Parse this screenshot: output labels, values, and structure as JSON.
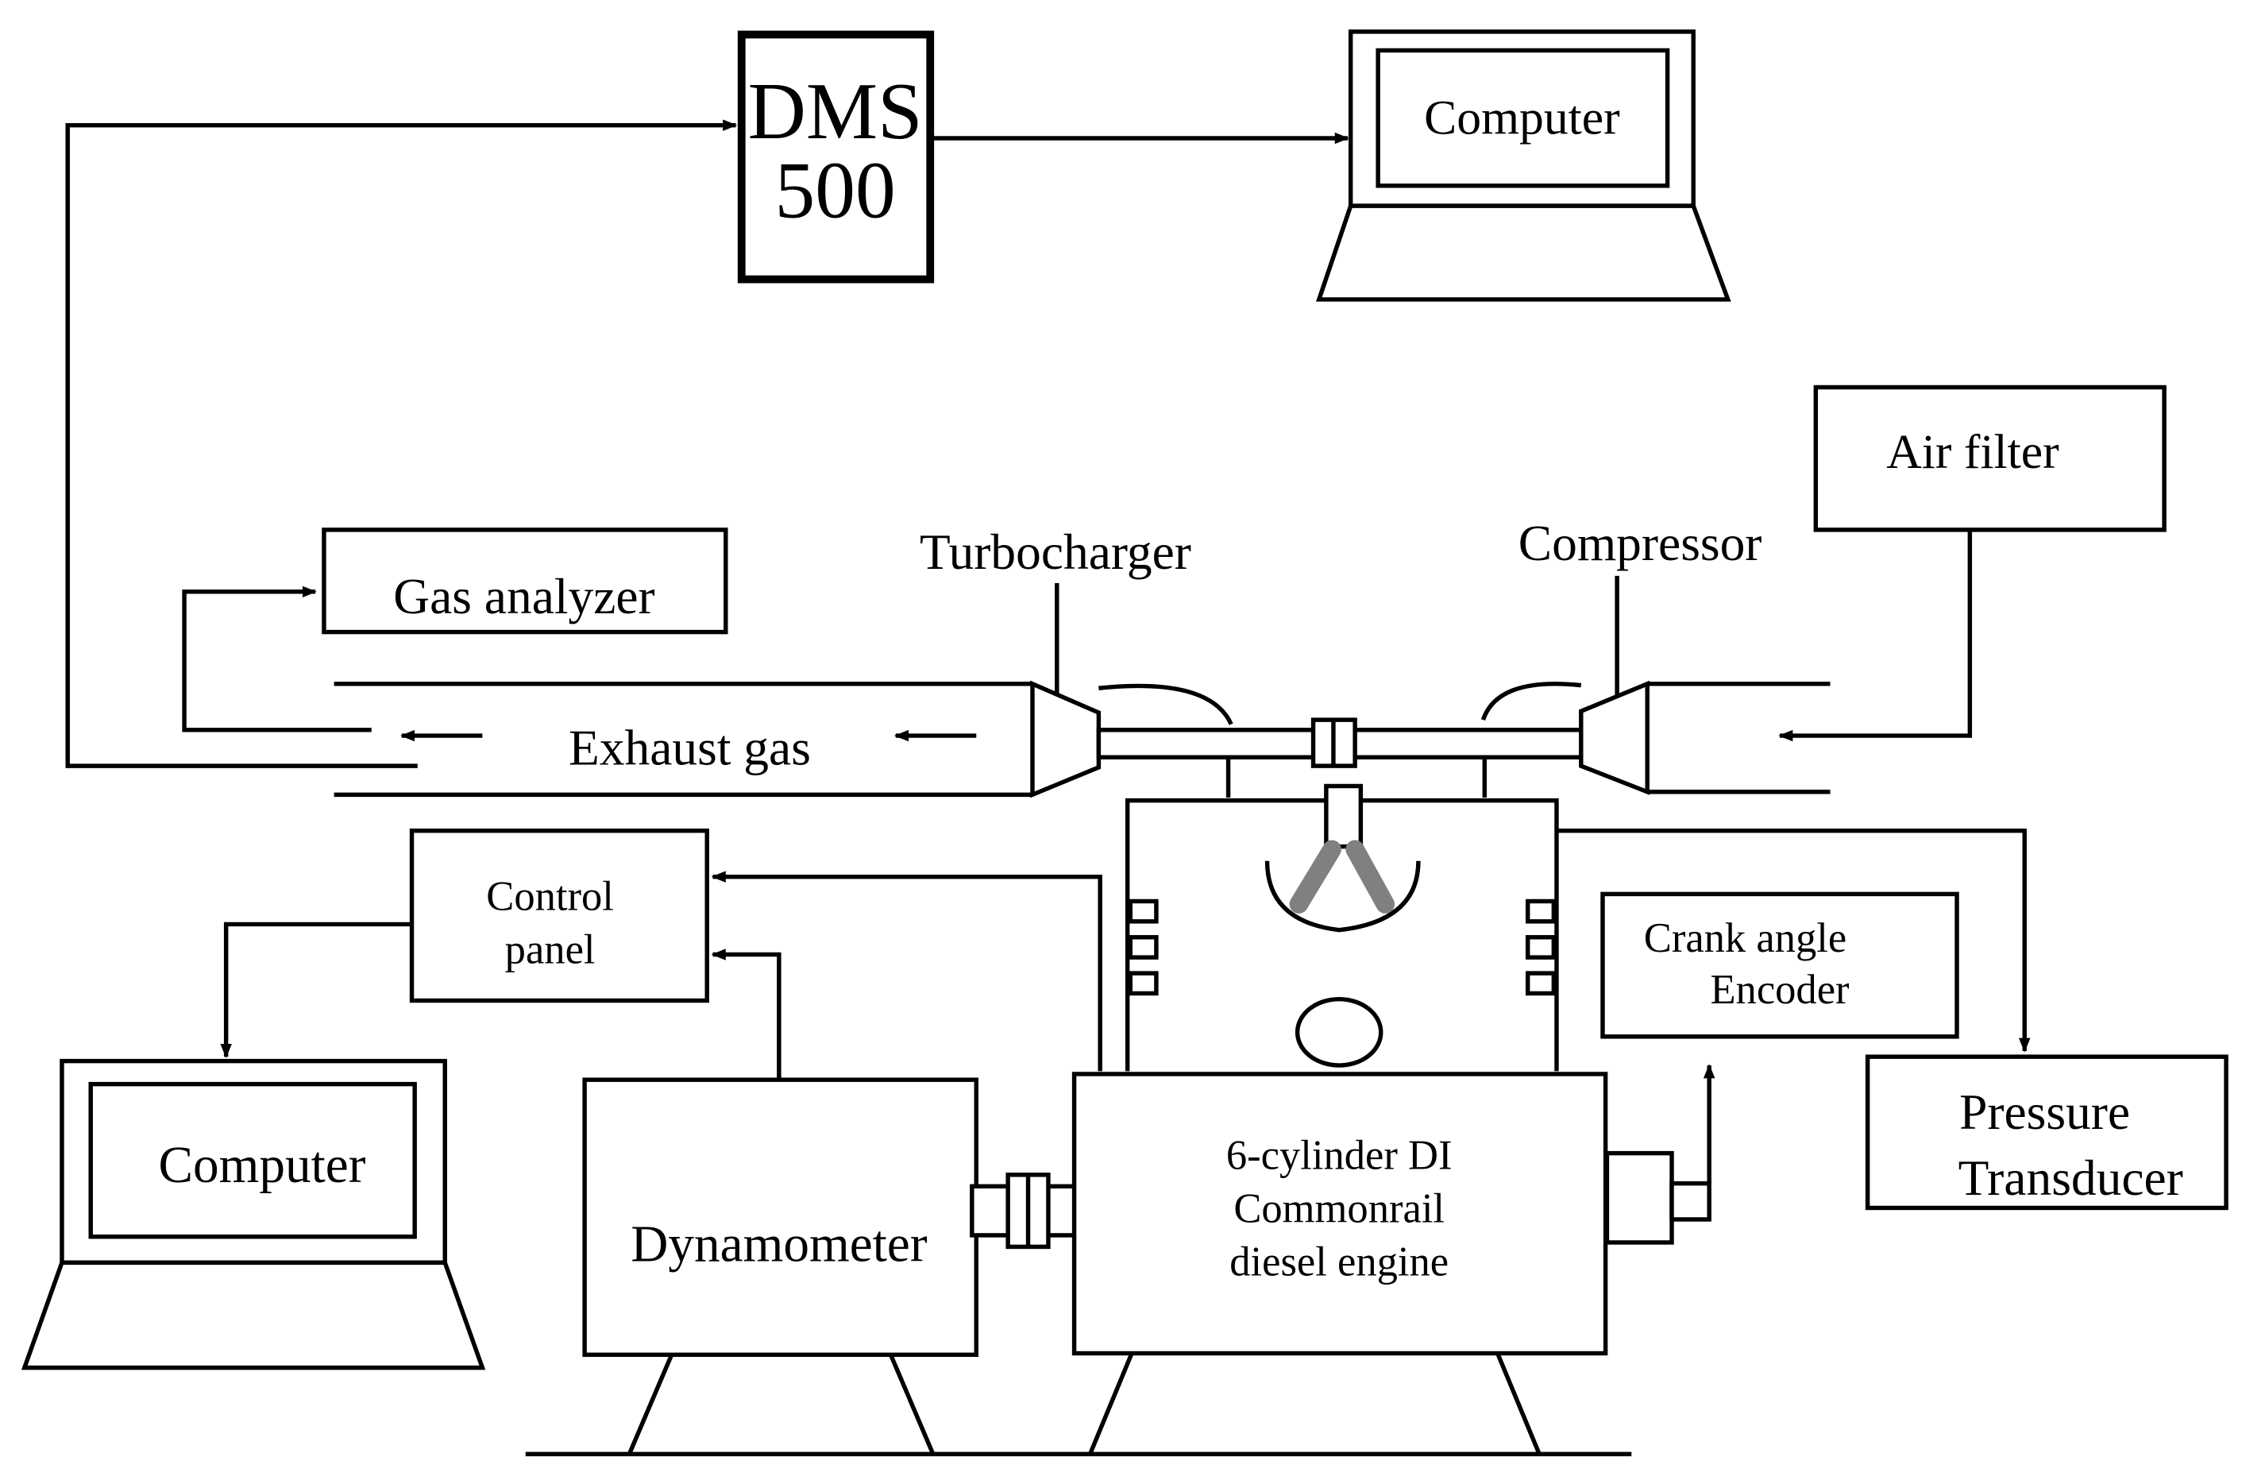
{
  "labels": {
    "dms": [
      "DMS",
      "500"
    ],
    "computer_top": "Computer",
    "computer_left": "Computer",
    "air_filter": "Air filter",
    "gas_analyzer": "Gas analyzer",
    "turbocharger": "Turbocharger",
    "compressor": "Compressor",
    "exhaust_gas": "Exhaust gas",
    "control_panel": [
      "Control",
      "panel"
    ],
    "crank_angle_encoder": [
      "Crank angle",
      "Encoder"
    ],
    "pressure_transducer": [
      "Pressure",
      "Transducer"
    ],
    "dynamometer": "Dynamometer",
    "engine": [
      "6-cylinder DI",
      "Commonrail",
      "diesel engine"
    ]
  },
  "colors": {
    "line": "#000000",
    "background": "#ffffff",
    "injector_spray": "#808080"
  }
}
